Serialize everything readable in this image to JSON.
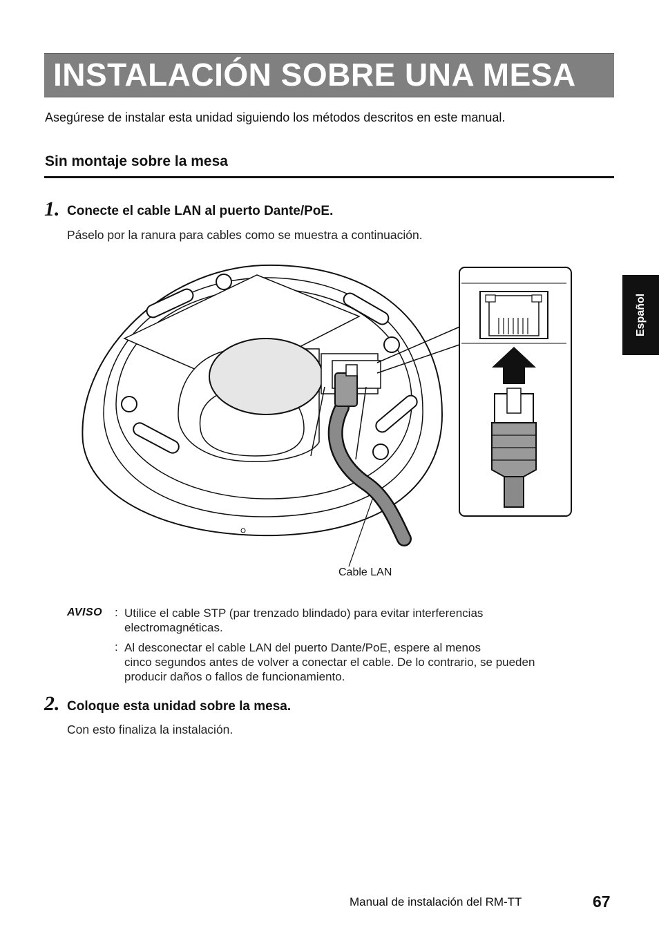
{
  "page": {
    "title": "INSTALACIÓN SOBRE UNA MESA",
    "intro": "Asegúrese de instalar esta unidad siguiendo los métodos descritos en este manual.",
    "section_heading": "Sin montaje sobre la mesa",
    "side_tab": "Español"
  },
  "steps": [
    {
      "number": "1.",
      "title": "Conecte el cable LAN al puerto Dante/PoE.",
      "body": "Páselo por la ranura para cables como se muestra a continuación."
    },
    {
      "number": "2.",
      "title": "Coloque esta unidad sobre la mesa.",
      "body": "Con esto finaliza la instalación."
    }
  ],
  "figure": {
    "caption": "Cable LAN"
  },
  "notice": {
    "label": "AVISO",
    "colon": ":",
    "items": [
      {
        "line1": "Utilice el cable STP (par trenzado blindado) para evitar interferencias",
        "line2": "electromagnéticas."
      },
      {
        "line1": "Al desconectar el cable LAN del puerto Dante/PoE, espere al menos",
        "line2": "cinco segundos antes de volver a conectar el cable. De lo contrario, se pueden",
        "line3": "producir daños o fallos de funcionamiento."
      }
    ]
  },
  "footer": {
    "manual_name": "Manual de instalación del RM-TT",
    "page_number": "67"
  }
}
